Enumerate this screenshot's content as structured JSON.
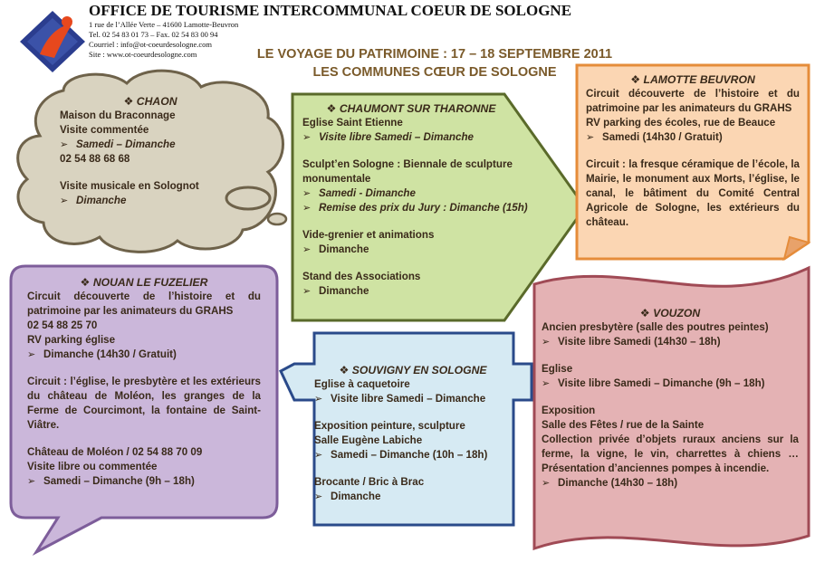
{
  "office": {
    "name": "OFFICE DE TOURISME INTERCOMMUNAL COEUR DE SOLOGNE",
    "address": "1 rue de l’Allée Verte – 41600 Lamotte-Beuvron",
    "phone": "Tel. 02 54 83 01 73 – Fax. 02 54 83 00 94",
    "email": "Courriel : info@ot-coeurdesologne.com",
    "site": "Site : www.ot-coeurdesologne.com"
  },
  "title": {
    "line1": "LE VOYAGE DU PATRIMOINE : 17 – 18 SEPTEMBRE 2011",
    "line2": "LES COMMUNES CŒUR DE SOLOGNE"
  },
  "colors": {
    "chaon": "#d9d3c0",
    "chaumont": "#cfe3a3",
    "lamotte": "#fbd6b3",
    "nouan": "#cbb7da",
    "souvigny": "#d6eaf3",
    "vouzon": "#e4b2b4"
  },
  "chaon": {
    "heading": "❖ CHAON",
    "l1": "Maison du Braconnage",
    "l2": "Visite commentée",
    "b1": "Samedi – Dimanche",
    "phone": "02 54 88 68 68",
    "l3": "Visite musicale en Solognot",
    "b2": "Dimanche"
  },
  "chaumont": {
    "heading": "❖ CHAUMONT SUR THARONNE",
    "l1": "Eglise Saint Etienne",
    "b1": "Visite libre Samedi – Dimanche",
    "l2": "Sculpt’en Sologne : Biennale de sculpture monumentale",
    "b2": "Samedi - Dimanche",
    "b3": "Remise des prix du Jury : Dimanche (15h)",
    "l3": "Vide-grenier et animations",
    "b4": "Dimanche",
    "l4": "Stand des Associations",
    "b5": "Dimanche"
  },
  "lamotte": {
    "heading": "❖ LAMOTTE BEUVRON",
    "p1": "Circuit découverte de l’histoire et du patrimoine par les animateurs du GRAHS",
    "p1b": "RV parking des écoles, rue de Beauce",
    "b1": "Samedi (14h30 / Gratuit)",
    "p2": "Circuit : la fresque céramique de l’école, la Mairie, le monument aux Morts, l’église, le canal, le bâtiment du Comité Central Agricole de Sologne, les extérieurs du château."
  },
  "nouan": {
    "heading": "❖ NOUAN LE FUZELIER",
    "p1": "Circuit découverte de l’histoire et du patrimoine par les animateurs du GRAHS",
    "phone": "02 54 88 25 70",
    "l1": "RV parking église",
    "b1": "Dimanche (14h30 / Gratuit)",
    "p2": "Circuit : l’église, le presbytère et les extérieurs du château de Moléon, les granges de la Ferme de Courcimont, la fontaine de Saint-Viâtre.",
    "l2": "Château de Moléon / 02 54 88 70 09",
    "l3": "Visite libre ou commentée",
    "b2": "Samedi – Dimanche (9h – 18h)"
  },
  "souvigny": {
    "heading": "❖ SOUVIGNY EN SOLOGNE",
    "l1": "Eglise à caquetoire",
    "b1": "Visite libre Samedi – Dimanche",
    "l2": "Exposition peinture, sculpture",
    "l3": "Salle Eugène Labiche",
    "b2": "Samedi – Dimanche (10h – 18h)",
    "l4": "Brocante / Bric à Brac",
    "b3": "Dimanche"
  },
  "vouzon": {
    "heading": "❖ VOUZON",
    "l1": "Ancien presbytère (salle des poutres peintes)",
    "b1": "Visite libre Samedi (14h30 – 18h)",
    "l2": "Eglise",
    "b2": "Visite libre Samedi – Dimanche (9h – 18h)",
    "l3": "Exposition",
    "l4": "Salle des Fêtes / rue de la Sainte",
    "p1": "Collection privée d’objets ruraux anciens sur la ferme, la vigne, le vin, charrettes à chiens … Présentation d’anciennes pompes à incendie.",
    "b3": "Dimanche (14h30 – 18h)"
  }
}
